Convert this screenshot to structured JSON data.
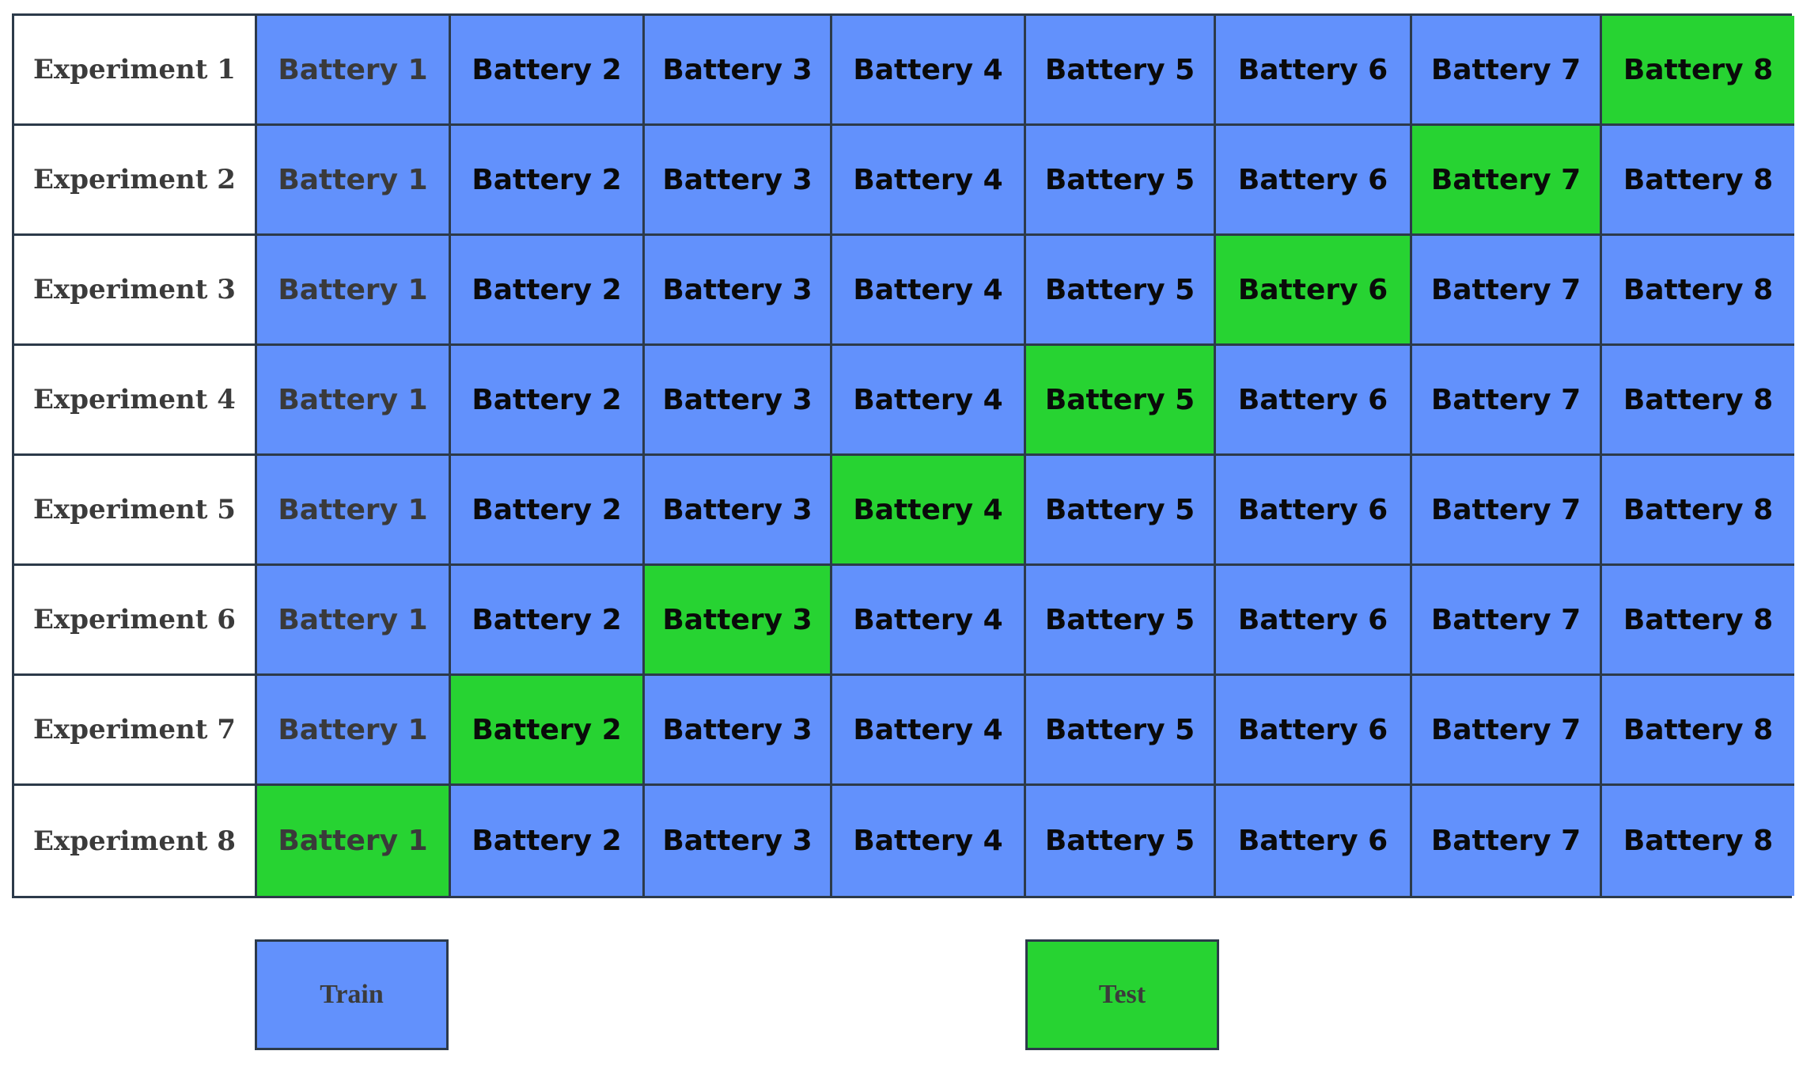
{
  "colors": {
    "train": "#6291fc",
    "test": "#27d332"
  },
  "experiments": [
    {
      "label": "Experiment 1",
      "test_battery": 8
    },
    {
      "label": "Experiment 2",
      "test_battery": 7
    },
    {
      "label": "Experiment 3",
      "test_battery": 6
    },
    {
      "label": "Experiment 4",
      "test_battery": 5
    },
    {
      "label": "Experiment 5",
      "test_battery": 4
    },
    {
      "label": "Experiment 6",
      "test_battery": 3
    },
    {
      "label": "Experiment 7",
      "test_battery": 2
    },
    {
      "label": "Experiment 8",
      "test_battery": 1
    }
  ],
  "batteries": [
    "Battery 1",
    "Battery 2",
    "Battery 3",
    "Battery 4",
    "Battery 5",
    "Battery 6",
    "Battery 7",
    "Battery 8"
  ],
  "legend": {
    "train_label": "Train",
    "test_label": "Test"
  }
}
